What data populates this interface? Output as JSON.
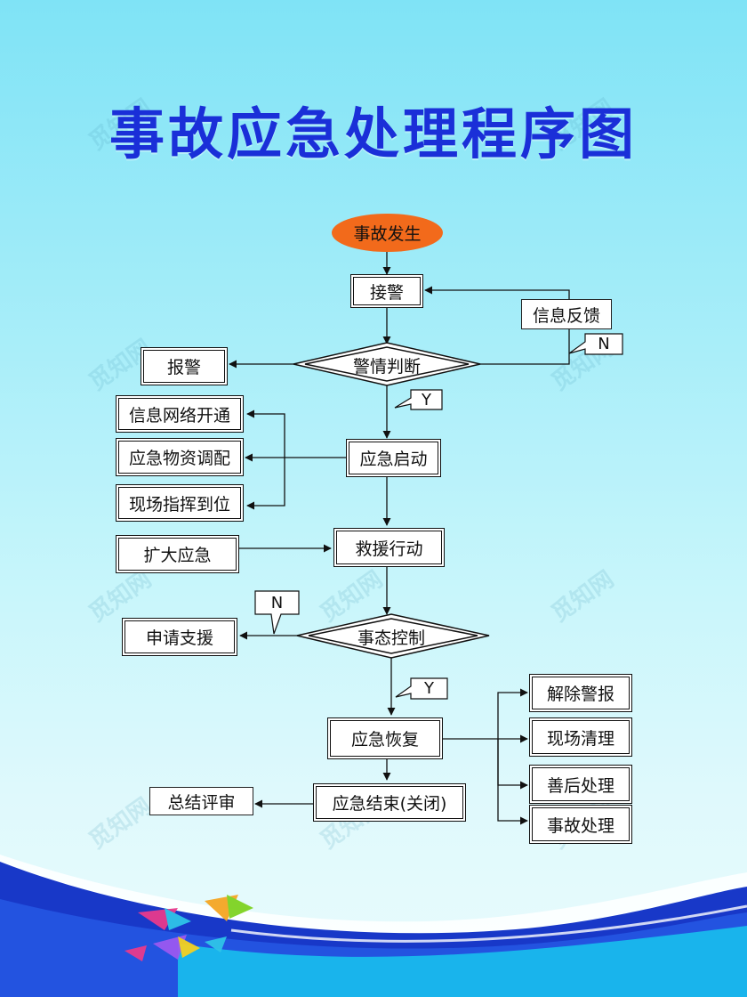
{
  "title": "事故应急处理程序图",
  "watermark": "觅知网",
  "colors": {
    "title": "#1a2fd8",
    "start_node": "#f26a1b",
    "wave_dark": "#1838c8",
    "wave_light": "#19b4ec"
  },
  "nodes": {
    "start": "事故发生",
    "receive_alarm": "接警",
    "alarm_judgement": "警情判断",
    "report_alarm": "报警",
    "info_feedback": "信息反馈",
    "emergency_start": "应急启动",
    "network_open": "信息网络开通",
    "materials": "应急物资调配",
    "command_onsite": "现场指挥到位",
    "rescue": "救援行动",
    "expand": "扩大应急",
    "state_control": "事态控制",
    "request_support": "申请支援",
    "recovery": "应急恢复",
    "lift_alarm": "解除警报",
    "site_cleanup": "现场清理",
    "aftermath": "善后处理",
    "accident_handling": "事故处理",
    "end": "应急结束(关闭)",
    "review": "总结评审"
  },
  "labels": {
    "yes": "Y",
    "no": "N"
  }
}
